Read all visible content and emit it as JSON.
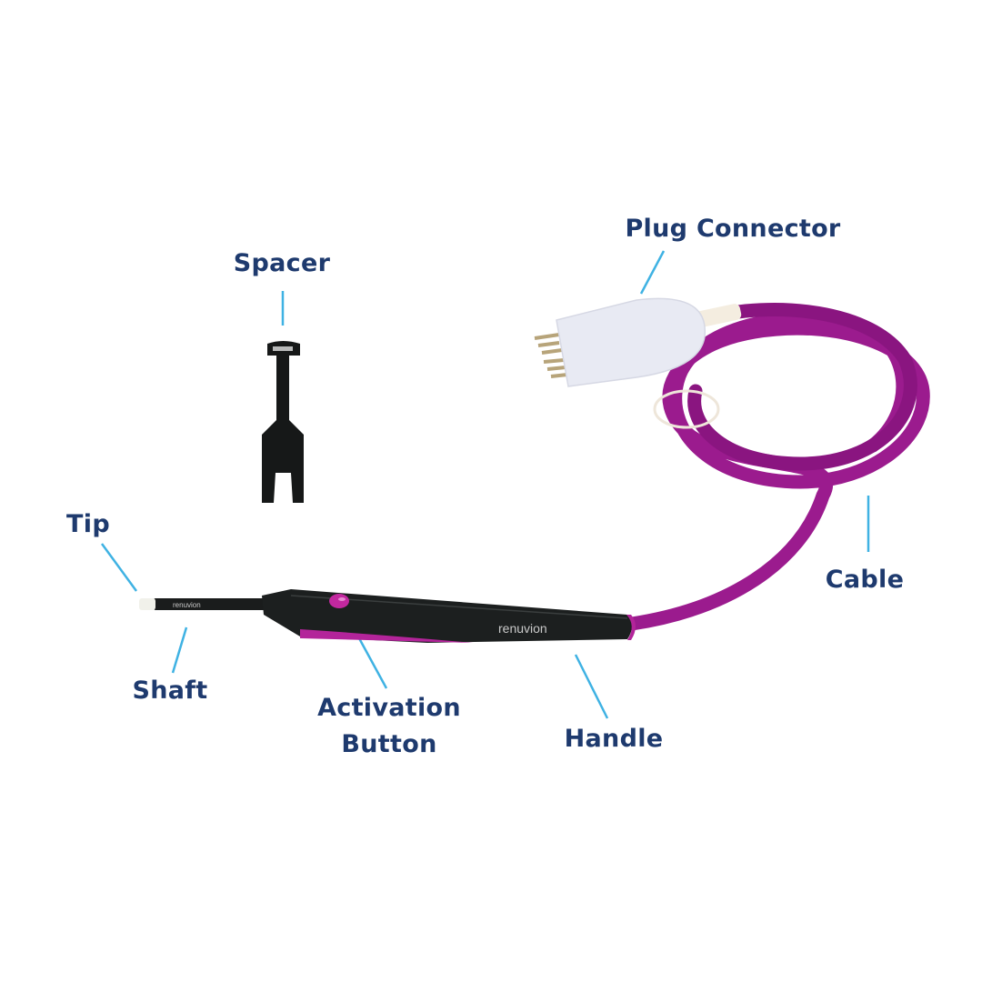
{
  "labels": {
    "plug_connector": "Plug Connector",
    "spacer": "Spacer",
    "tip": "Tip",
    "shaft": "Shaft",
    "activation_button_line1": "Activation",
    "activation_button_line2": "Button",
    "handle": "Handle",
    "cable": "Cable"
  },
  "brand": {
    "shaft_text": "renuvion",
    "handle_text": "renuvion"
  },
  "colors": {
    "label_text": "#1e3a6e",
    "leader_line": "#3fb2e3",
    "cable": "#9b1b8e",
    "handle": "#1c1f1f",
    "button": "#c2289f"
  }
}
